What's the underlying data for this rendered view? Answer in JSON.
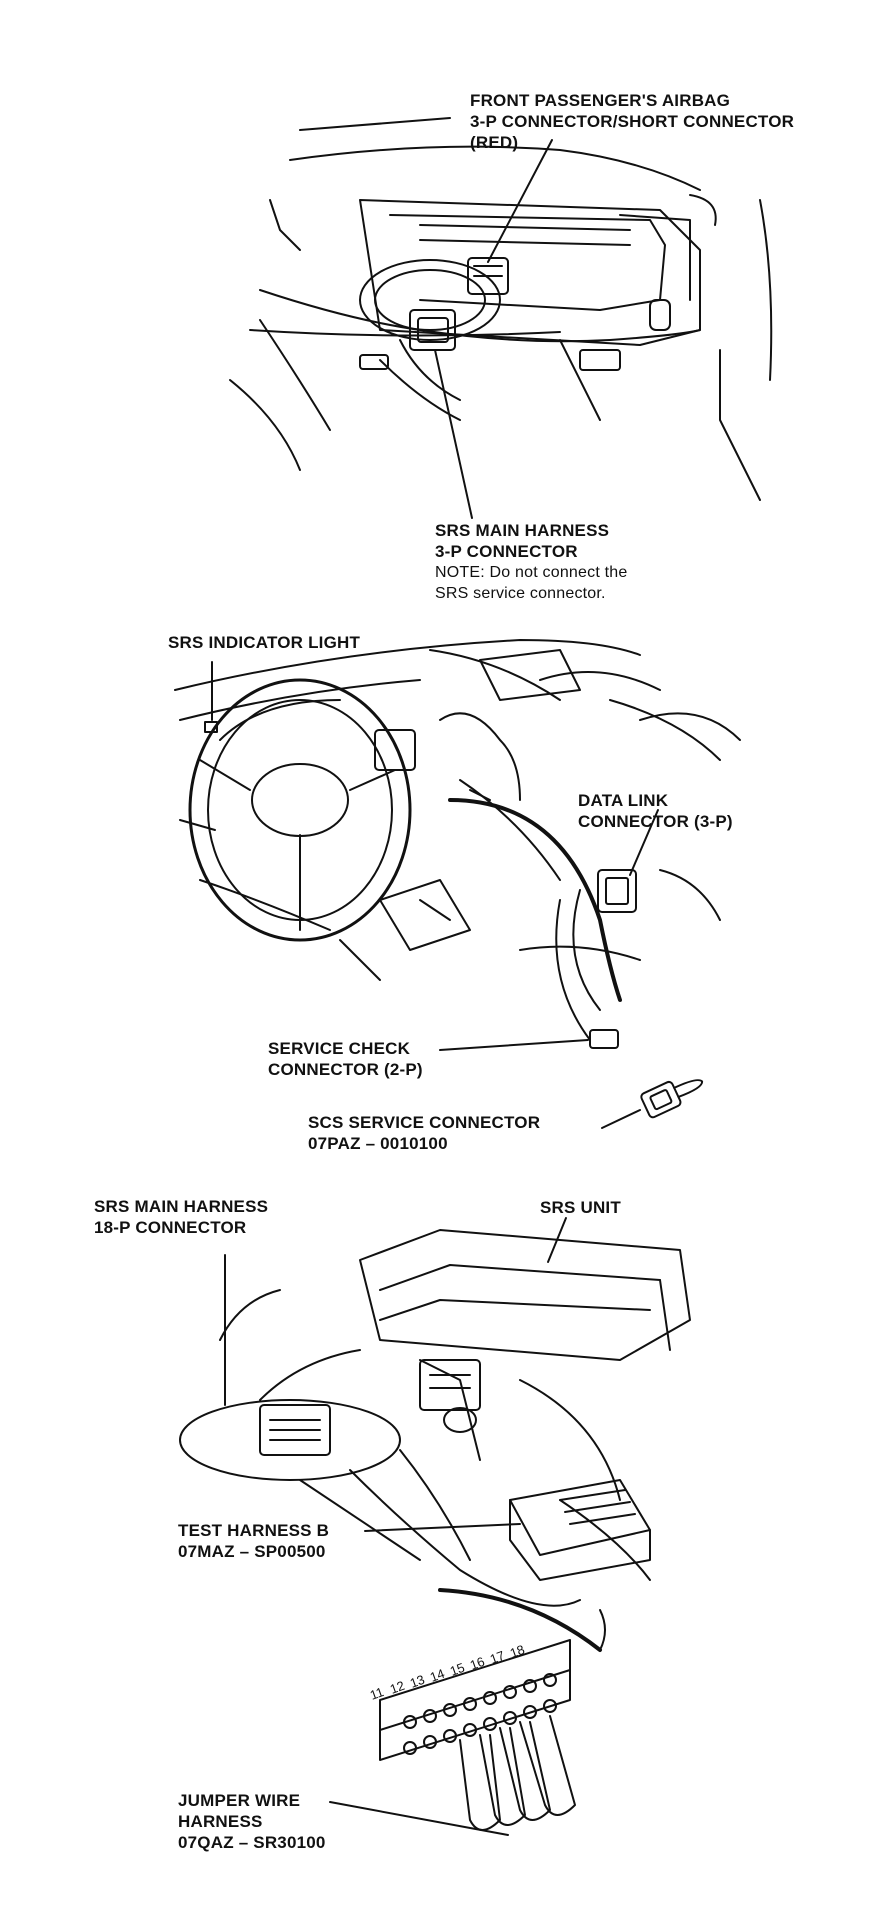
{
  "panel1": {
    "label_top_line1": "FRONT PASSENGER'S AIRBAG",
    "label_top_line2": "3-P CONNECTOR/SHORT CONNECTOR",
    "label_top_line3": "(RED)",
    "label_bottom_line1": "SRS MAIN HARNESS",
    "label_bottom_line2": "3-P CONNECTOR",
    "note_line1": "NOTE:  Do not connect the",
    "note_line2": "SRS service connector."
  },
  "panel2": {
    "indicator_label": "SRS INDICATOR LIGHT",
    "dlc_line1": "DATA LINK",
    "dlc_line2": "CONNECTOR (3-P)",
    "scc_line1": "SERVICE CHECK",
    "scc_line2": "CONNECTOR (2-P)",
    "scs_line1": "SCS SERVICE CONNECTOR",
    "scs_line2": "07PAZ – 0010100"
  },
  "panel3": {
    "harness_line1": "SRS MAIN HARNESS",
    "harness_line2": "18-P CONNECTOR",
    "unit_label": "SRS UNIT",
    "test_line1": "TEST HARNESS B",
    "test_line2": "07MAZ – SP00500",
    "jumper_line1": "JUMPER WIRE",
    "jumper_line2": "HARNESS",
    "jumper_line3": "07QAZ – SR30100",
    "pin_numbers": [
      "11",
      "12",
      "13",
      "14",
      "15",
      "16",
      "17",
      "18"
    ]
  }
}
